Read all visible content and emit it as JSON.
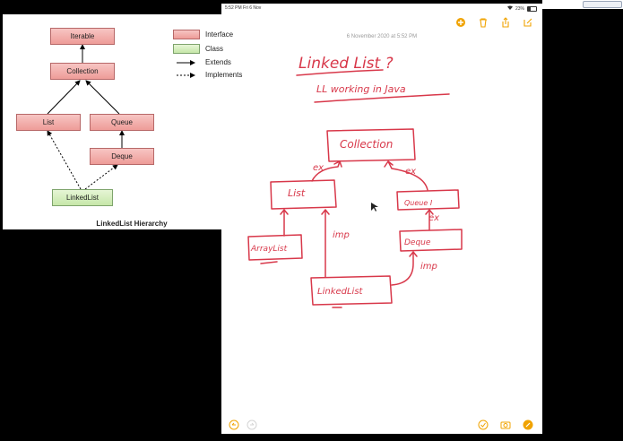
{
  "status_bar": {
    "time": "5:52 PM  Fri 6 Nov",
    "battery": "23%"
  },
  "note": {
    "date": "6 November 2020 at 5:52 PM",
    "handwriting": {
      "title": "Linked List ?",
      "subtitle": "LL working in Java",
      "collection": "Collection",
      "list": "List",
      "queue": "Queue I",
      "deque": "Deque",
      "arraylist": "ArrayList",
      "linkedlist": "LinkedList",
      "ex": "ex",
      "imp": "imp"
    }
  },
  "toolbar_top": [
    "add-collaborator-icon",
    "trash-icon",
    "share-icon",
    "compose-icon"
  ],
  "toolbar_bottom": [
    "undo-icon",
    "redo-icon",
    "checklist-icon",
    "camera-icon",
    "pen-icon"
  ],
  "ink_color": "#d8384a",
  "accent_color": "#f0a300",
  "diagram": {
    "nodes": {
      "iterable": "Iterable",
      "collection": "Collection",
      "list": "List",
      "queue": "Queue",
      "deque": "Deque",
      "linkedlist": "LinkedList"
    },
    "legend": {
      "interface": "Interface",
      "class": "Class",
      "extends": "Extends",
      "implements": "Implements"
    },
    "caption": "LinkedList Hierarchy"
  }
}
